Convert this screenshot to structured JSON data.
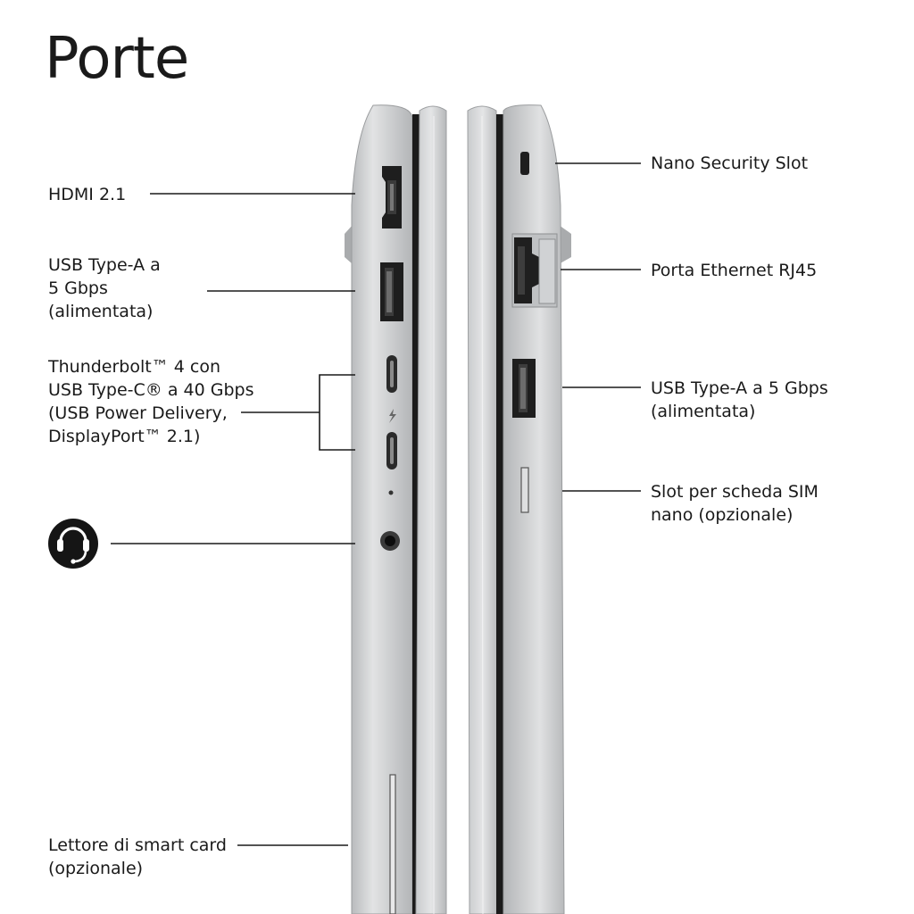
{
  "title": "Porte",
  "labels": {
    "hdmi": "HDMI 2.1",
    "usb_a_left": "USB Type-A a\n5 Gbps\n(alimentata)",
    "thunderbolt": "Thunderbolt™ 4 con\nUSB Type-C® a 40 Gbps\n(USB Power Delivery,\nDisplayPort™ 2.1)",
    "smart_card": "Lettore di smart card\n(opzionale)",
    "nano_security": "Nano Security Slot",
    "ethernet": "Porta Ethernet RJ45",
    "usb_a_right": "USB Type-A a 5 Gbps\n(alimentata)",
    "sim": "Slot per scheda SIM\nnano (opzionale)"
  },
  "icons": {
    "headset": "headset-icon",
    "thunderbolt": "lightning-icon"
  },
  "colors": {
    "text": "#1a1a1a",
    "chassis": "#c4c6c8",
    "chassis_light": "#dcdddf",
    "port_dark": "#1e1e1e",
    "icon_bg": "#151515"
  }
}
